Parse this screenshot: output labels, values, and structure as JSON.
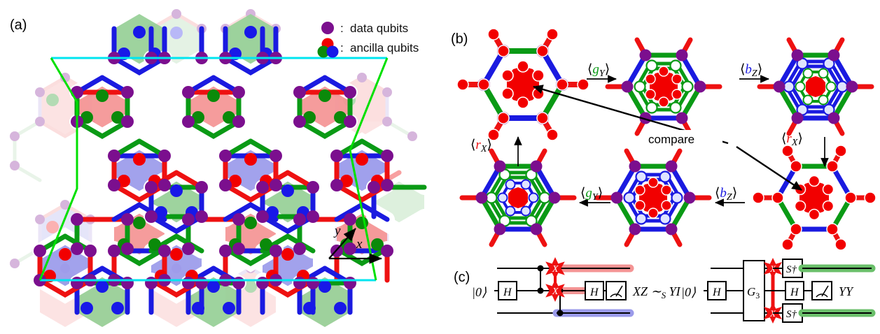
{
  "figure": {
    "panels": [
      {
        "id": "a",
        "label": "(a)"
      },
      {
        "id": "b",
        "label": "(b)"
      },
      {
        "id": "c",
        "label": "(c)"
      }
    ]
  },
  "legend": {
    "items": [
      {
        "marker": "data-qubit-dot",
        "color": "#7b0f8e",
        "separator": ":",
        "label": "data qubits"
      },
      {
        "marker": "ancilla-qubit-trio",
        "colors": [
          "#f20000",
          "#0a8a0a",
          "#1818e8"
        ],
        "separator": ":",
        "label": "ancilla qubits"
      }
    ]
  },
  "axes": {
    "x_label": "x",
    "y_label": "y"
  },
  "lattice": {
    "edge_colors": {
      "red": "#ee1111",
      "green": "#0a9a15",
      "blue": "#1a1ae0"
    },
    "plaquette_fill": {
      "red": "#f49494",
      "blue": "#9a9aea",
      "green": "#96cf96"
    },
    "data_qubit_color": "#7b0f8e",
    "ancilla_colors": {
      "on_red_plaquette": "#0a8a0a",
      "on_blue_plaquette": "#f20000",
      "on_green_plaquette": "#1818e8"
    },
    "unit_cell": {
      "top_bottom_color": "#00e5f0",
      "side_color": "#00e000"
    }
  },
  "panel_b": {
    "nodes": [
      {
        "id": "top-left",
        "state": "all-red-X",
        "position": "top-left"
      },
      {
        "id": "top-middle",
        "state": "green-Y-outer",
        "position": "top-middle"
      },
      {
        "id": "top-right",
        "state": "blue-Z-outer-green-Y-inner",
        "position": "top-right"
      },
      {
        "id": "bottom-right",
        "state": "all-red-X",
        "position": "bottom-right"
      },
      {
        "id": "bottom-middle",
        "state": "blue-Z-outer",
        "position": "bottom-middle"
      },
      {
        "id": "bottom-left",
        "state": "green-Y-outer-blue-Z-inner",
        "position": "bottom-left"
      }
    ],
    "arrows": [
      {
        "id": "arrow-gY-top",
        "label_prefix": "g",
        "label_sub": "Y",
        "color": "#0a9a15",
        "direction": "right"
      },
      {
        "id": "arrow-bZ-top",
        "label_prefix": "b",
        "label_sub": "Z",
        "color": "#1a1ae0",
        "direction": "right"
      },
      {
        "id": "arrow-rX-right",
        "label_prefix": "r",
        "label_sub": "X",
        "color": "#ee1111",
        "direction": "down"
      },
      {
        "id": "arrow-bZ-bottom",
        "label_prefix": "b",
        "label_sub": "Z",
        "color": "#1a1ae0",
        "direction": "left"
      },
      {
        "id": "arrow-gY-bottom",
        "label_prefix": "g",
        "label_sub": "Y",
        "color": "#0a9a15",
        "direction": "left"
      },
      {
        "id": "arrow-rX-left",
        "label_prefix": "r",
        "label_sub": "X",
        "color": "#ee1111",
        "direction": "up"
      }
    ],
    "compare_label": "compare",
    "qubit_glyphs": {
      "x": "X",
      "y": "Y",
      "z": "Z"
    }
  },
  "panel_c": {
    "circuits": [
      {
        "id": "left-circuit",
        "input_state": "|0⟩",
        "gates": [
          "H",
          "H"
        ],
        "target_gates": [
          "X",
          "X"
        ],
        "measurement": "measure-icon",
        "result_label": "XZ ∼",
        "result_sub": "S",
        "result_tail": "YI",
        "wire_colors": [
          "#f49494",
          "#9a9aea"
        ]
      },
      {
        "id": "right-circuit",
        "input_state": "|0⟩",
        "gates": [
          "H",
          "G",
          "H"
        ],
        "multi_gate_label": "G",
        "multi_gate_sub": "3",
        "target_gates": [
          "X",
          "X"
        ],
        "phase_gates": [
          "S†",
          "S†"
        ],
        "measurement": "measure-icon",
        "result_label": "YY",
        "wire_colors": [
          "#6abf6a",
          "#6abf6a"
        ]
      }
    ]
  }
}
